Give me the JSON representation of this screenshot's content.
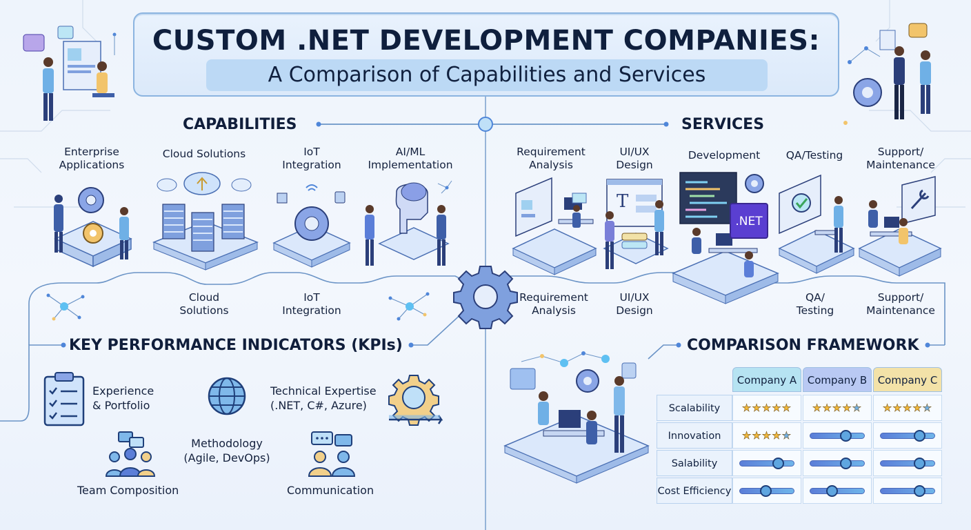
{
  "title": {
    "main": "CUSTOM .NET DEVELOPMENT COMPANIES:",
    "subtitle": "A Comparison of Capabilities and Services"
  },
  "capabilities": {
    "heading": "CAPABILITIES",
    "top_labels": [
      "Enterprise\nApplications",
      "Cloud Solutions",
      "IoT\nIntegration",
      "AI/ML\nImplementation"
    ],
    "bottom_labels": [
      "Cloud\nSolutions",
      "IoT\nIntegration"
    ]
  },
  "services": {
    "heading": "SERVICES",
    "top_labels": [
      "Requirement\nAnalysis",
      "UI/UX\nDesign",
      "Development",
      "QA/Testing",
      "Support/\nMaintenance"
    ],
    "bottom_labels": [
      "Requirement\nAnalysis",
      "UI/UX\nDesign",
      "QA/\nTesting",
      "Support/\nMaintenance"
    ],
    "dotnet_badge": ".NET"
  },
  "kpis": {
    "heading": "KEY PERFORMANCE INDICATORS (KPIs)",
    "items": [
      {
        "label": "Experience\n& Portfolio",
        "icon": "clipboard-checklist-icon"
      },
      {
        "label": "Technical Expertise\n(.NET, C#, Azure)",
        "icon": "gear-cycle-icon"
      },
      {
        "label": "Methodology\n(Agile, DevOps)",
        "icon": "globe-icon"
      },
      {
        "label": "Team Composition",
        "icon": "team-icon"
      },
      {
        "label": "Communication",
        "icon": "chat-people-icon"
      }
    ]
  },
  "comparison": {
    "heading": "COMPARISON FRAMEWORK",
    "columns": [
      "Company A",
      "Company B",
      "Company C"
    ],
    "column_colors": [
      "#b6e3f2",
      "#b9c9f3",
      "#f3e2a8"
    ],
    "rows": [
      {
        "label": "Scalability",
        "type": "stars",
        "values": [
          5,
          5,
          5
        ],
        "blue_last": [
          false,
          true,
          true
        ]
      },
      {
        "label": "Innovation",
        "type": "mixed",
        "values": [
          4.5,
          0.65,
          0.72
        ]
      },
      {
        "label": "Salability",
        "type": "slider",
        "values": [
          0.7,
          0.65,
          0.72
        ]
      },
      {
        "label": "Cost Efficiency",
        "type": "slider",
        "values": [
          0.48,
          0.4,
          0.72
        ]
      }
    ]
  },
  "colors": {
    "accent": "#4f86d9",
    "line": "#6a93c6",
    "badge": "#5a3fd1"
  }
}
